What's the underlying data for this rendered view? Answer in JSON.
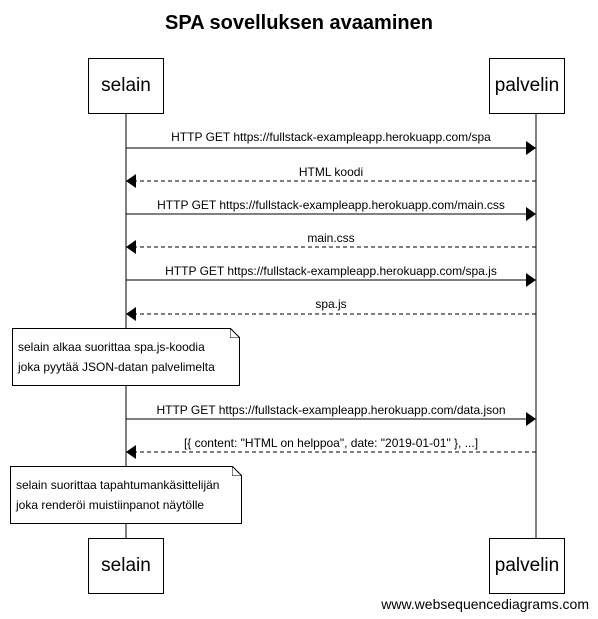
{
  "title": "SPA sovelluksen avaaminen",
  "participants": {
    "client": "selain",
    "server": "palvelin"
  },
  "messages": [
    {
      "text": "HTTP GET https://fullstack-exampleapp.herokuapp.com/spa"
    },
    {
      "text": "HTML koodi"
    },
    {
      "text": "HTTP GET https://fullstack-exampleapp.herokuapp.com/main.css"
    },
    {
      "text": "main.css"
    },
    {
      "text": "HTTP GET https://fullstack-exampleapp.herokuapp.com/spa.js"
    },
    {
      "text": "spa.js"
    },
    {
      "text": "HTTP GET https://fullstack-exampleapp.herokuapp.com/data.json"
    },
    {
      "text": "[{ content: \"HTML on helppoa\", date: \"2019-01-01\" }, ...]"
    }
  ],
  "notes": [
    {
      "line1": "selain alkaa suorittaa spa.js-koodia",
      "line2": "joka pyytää JSON-datan palvelimelta"
    },
    {
      "line1": "selain suorittaa tapahtumankäsittelijän",
      "line2": "joka renderöi muistiinpanot näytölle"
    }
  ],
  "footer": "www.websequencediagrams.com"
}
